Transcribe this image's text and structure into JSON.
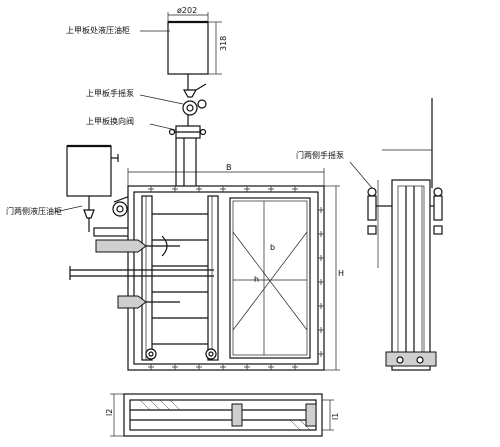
{
  "labels": {
    "upper_tank": "上甲板处液压油柜",
    "hand_pump": "上甲板手摇泵",
    "valve": "上甲板换向阀",
    "door_tank": "门两侧液压油柜",
    "door_pump": "门两侧手摇泵"
  },
  "dimensions": {
    "tank_dia": "ø202",
    "tank_h": "318",
    "width": "B",
    "height": "H",
    "b": "b",
    "h": "h",
    "l2": "l2",
    "l1": "l1"
  }
}
